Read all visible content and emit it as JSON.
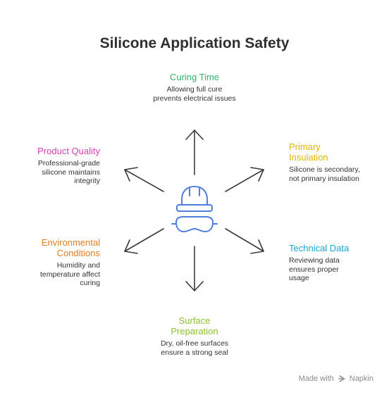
{
  "title": "Silicone Application Safety",
  "center_icon": "hardhat-goggles-icon",
  "nodes": {
    "curing_time": {
      "title": "Curing Time",
      "text": "Allowing full cure prevents electrical issues",
      "color": "#34b36b"
    },
    "primary_insulation": {
      "title": "Primary Insulation",
      "text": "Silicone is secondary, not primary insulation",
      "color": "#e2b509"
    },
    "technical_data": {
      "title": "Technical Data",
      "text": "Reviewing data ensures proper usage",
      "color": "#19a6d9"
    },
    "surface_preparation": {
      "title": "Surface Preparation",
      "text": "Dry, oil-free surfaces ensure a strong seal",
      "color": "#8cbf2f"
    },
    "environmental_conditions": {
      "title": "Environmental Conditions",
      "text": "Humidity and temperature affect curing",
      "color": "#e07e22"
    },
    "product_quality": {
      "title": "Product Quality",
      "text": "Professional-grade silicone maintains integrity",
      "color": "#d93fb4"
    }
  },
  "colors": {
    "icon": "#4d7fe0",
    "arrow": "#3a3a3a",
    "title": "#2f2f2f"
  },
  "footer": {
    "made_with": "Made with",
    "brand": "Napkin",
    "brand_icon": "napkin-logo-icon"
  }
}
